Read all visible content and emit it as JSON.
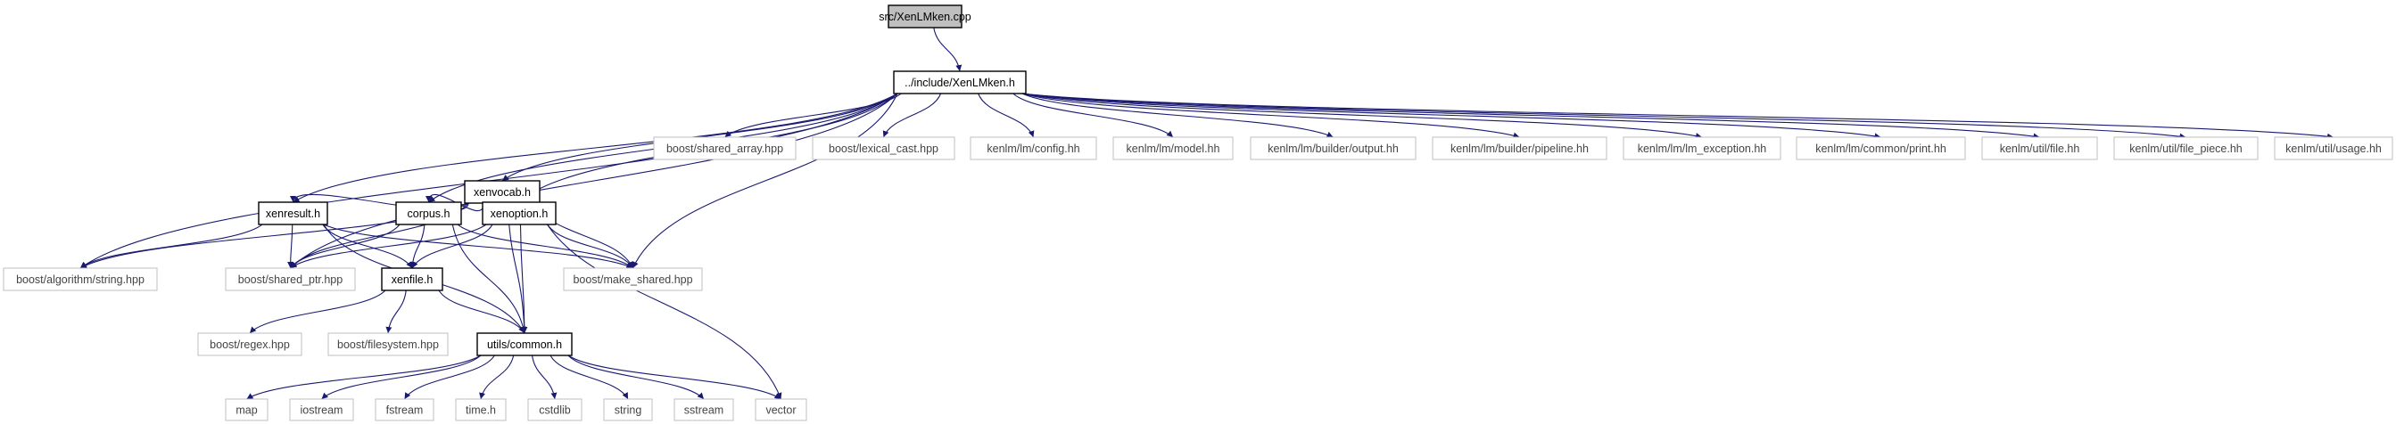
{
  "nodes": [
    {
      "id": "root",
      "label": "src/XenLMken.cpp",
      "style": "root"
    },
    {
      "id": "xenlmken_h",
      "label": "../include/XenLMken.h",
      "style": "main"
    },
    {
      "id": "xenvocab_h",
      "label": "xenvocab.h",
      "style": "main"
    },
    {
      "id": "xenresult_h",
      "label": "xenresult.h",
      "style": "main"
    },
    {
      "id": "corpus_h",
      "label": "corpus.h",
      "style": "main"
    },
    {
      "id": "xenoption_h",
      "label": "xenoption.h",
      "style": "main"
    },
    {
      "id": "xenfile_h",
      "label": "xenfile.h",
      "style": "main"
    },
    {
      "id": "common_h",
      "label": "utils/common.h",
      "style": "main"
    },
    {
      "id": "shared_array",
      "label": "boost/shared_array.hpp",
      "style": "external"
    },
    {
      "id": "lexical_cast",
      "label": "boost/lexical_cast.hpp",
      "style": "external"
    },
    {
      "id": "lm_config",
      "label": "kenlm/lm/config.hh",
      "style": "external"
    },
    {
      "id": "lm_model",
      "label": "kenlm/lm/model.hh",
      "style": "external"
    },
    {
      "id": "lm_output",
      "label": "kenlm/lm/builder/output.hh",
      "style": "external"
    },
    {
      "id": "lm_pipeline",
      "label": "kenlm/lm/builder/pipeline.hh",
      "style": "external"
    },
    {
      "id": "lm_exception",
      "label": "kenlm/lm/lm_exception.hh",
      "style": "external"
    },
    {
      "id": "lm_print",
      "label": "kenlm/lm/common/print.hh",
      "style": "external"
    },
    {
      "id": "util_file",
      "label": "kenlm/util/file.hh",
      "style": "external"
    },
    {
      "id": "util_file_piece",
      "label": "kenlm/util/file_piece.hh",
      "style": "external"
    },
    {
      "id": "util_usage",
      "label": "kenlm/util/usage.hh",
      "style": "external"
    },
    {
      "id": "algo_string",
      "label": "boost/algorithm/string.hpp",
      "style": "external"
    },
    {
      "id": "shared_ptr",
      "label": "boost/shared_ptr.hpp",
      "style": "external"
    },
    {
      "id": "make_shared",
      "label": "boost/make_shared.hpp",
      "style": "external"
    },
    {
      "id": "regex",
      "label": "boost/regex.hpp",
      "style": "external"
    },
    {
      "id": "filesystem",
      "label": "boost/filesystem.hpp",
      "style": "external"
    },
    {
      "id": "map",
      "label": "map",
      "style": "external"
    },
    {
      "id": "iostream",
      "label": "iostream",
      "style": "external"
    },
    {
      "id": "fstream",
      "label": "fstream",
      "style": "external"
    },
    {
      "id": "time_h",
      "label": "time.h",
      "style": "external"
    },
    {
      "id": "cstdlib",
      "label": "cstdlib",
      "style": "external"
    },
    {
      "id": "string",
      "label": "string",
      "style": "external"
    },
    {
      "id": "sstream",
      "label": "sstream",
      "style": "external"
    },
    {
      "id": "vector",
      "label": "vector",
      "style": "external"
    }
  ],
  "edges": [
    [
      "root",
      "xenlmken_h"
    ],
    [
      "xenlmken_h",
      "algo_string"
    ],
    [
      "xenlmken_h",
      "shared_ptr"
    ],
    [
      "xenlmken_h",
      "xenresult_h"
    ],
    [
      "xenlmken_h",
      "corpus_h"
    ],
    [
      "xenlmken_h",
      "xenvocab_h"
    ],
    [
      "xenlmken_h",
      "xenoption_h"
    ],
    [
      "xenlmken_h",
      "make_shared"
    ],
    [
      "xenlmken_h",
      "shared_array"
    ],
    [
      "xenlmken_h",
      "lexical_cast"
    ],
    [
      "xenlmken_h",
      "lm_config"
    ],
    [
      "xenlmken_h",
      "lm_model"
    ],
    [
      "xenlmken_h",
      "lm_output"
    ],
    [
      "xenlmken_h",
      "lm_pipeline"
    ],
    [
      "xenlmken_h",
      "lm_exception"
    ],
    [
      "xenlmken_h",
      "lm_print"
    ],
    [
      "xenlmken_h",
      "util_file"
    ],
    [
      "xenlmken_h",
      "util_file_piece"
    ],
    [
      "xenlmken_h",
      "util_usage"
    ],
    [
      "xenvocab_h",
      "algo_string"
    ],
    [
      "xenvocab_h",
      "shared_ptr"
    ],
    [
      "xenvocab_h",
      "xenresult_h"
    ],
    [
      "xenvocab_h",
      "corpus_h"
    ],
    [
      "xenvocab_h",
      "xenoption_h"
    ],
    [
      "xenvocab_h",
      "make_shared"
    ],
    [
      "xenvocab_h",
      "common_h"
    ],
    [
      "xenvocab_h",
      "vector"
    ],
    [
      "xenresult_h",
      "algo_string"
    ],
    [
      "xenresult_h",
      "shared_ptr"
    ],
    [
      "xenresult_h",
      "make_shared"
    ],
    [
      "xenresult_h",
      "xenfile_h"
    ],
    [
      "xenresult_h",
      "common_h"
    ],
    [
      "corpus_h",
      "shared_ptr"
    ],
    [
      "corpus_h",
      "make_shared"
    ],
    [
      "corpus_h",
      "xenfile_h"
    ],
    [
      "corpus_h",
      "common_h"
    ],
    [
      "xenoption_h",
      "shared_ptr"
    ],
    [
      "xenoption_h",
      "make_shared"
    ],
    [
      "xenoption_h",
      "xenfile_h"
    ],
    [
      "xenoption_h",
      "common_h"
    ],
    [
      "xenfile_h",
      "regex"
    ],
    [
      "xenfile_h",
      "filesystem"
    ],
    [
      "xenfile_h",
      "common_h"
    ],
    [
      "common_h",
      "map"
    ],
    [
      "common_h",
      "iostream"
    ],
    [
      "common_h",
      "fstream"
    ],
    [
      "common_h",
      "time_h"
    ],
    [
      "common_h",
      "cstdlib"
    ],
    [
      "common_h",
      "string"
    ],
    [
      "common_h",
      "sstream"
    ],
    [
      "common_h",
      "vector"
    ]
  ],
  "colors": {
    "edge": "#191970",
    "root_fill": "#bfbfbf",
    "root_border": "#000000",
    "main_border": "#000000",
    "external_border": "#bfbfbf",
    "background": "#ffffff"
  }
}
